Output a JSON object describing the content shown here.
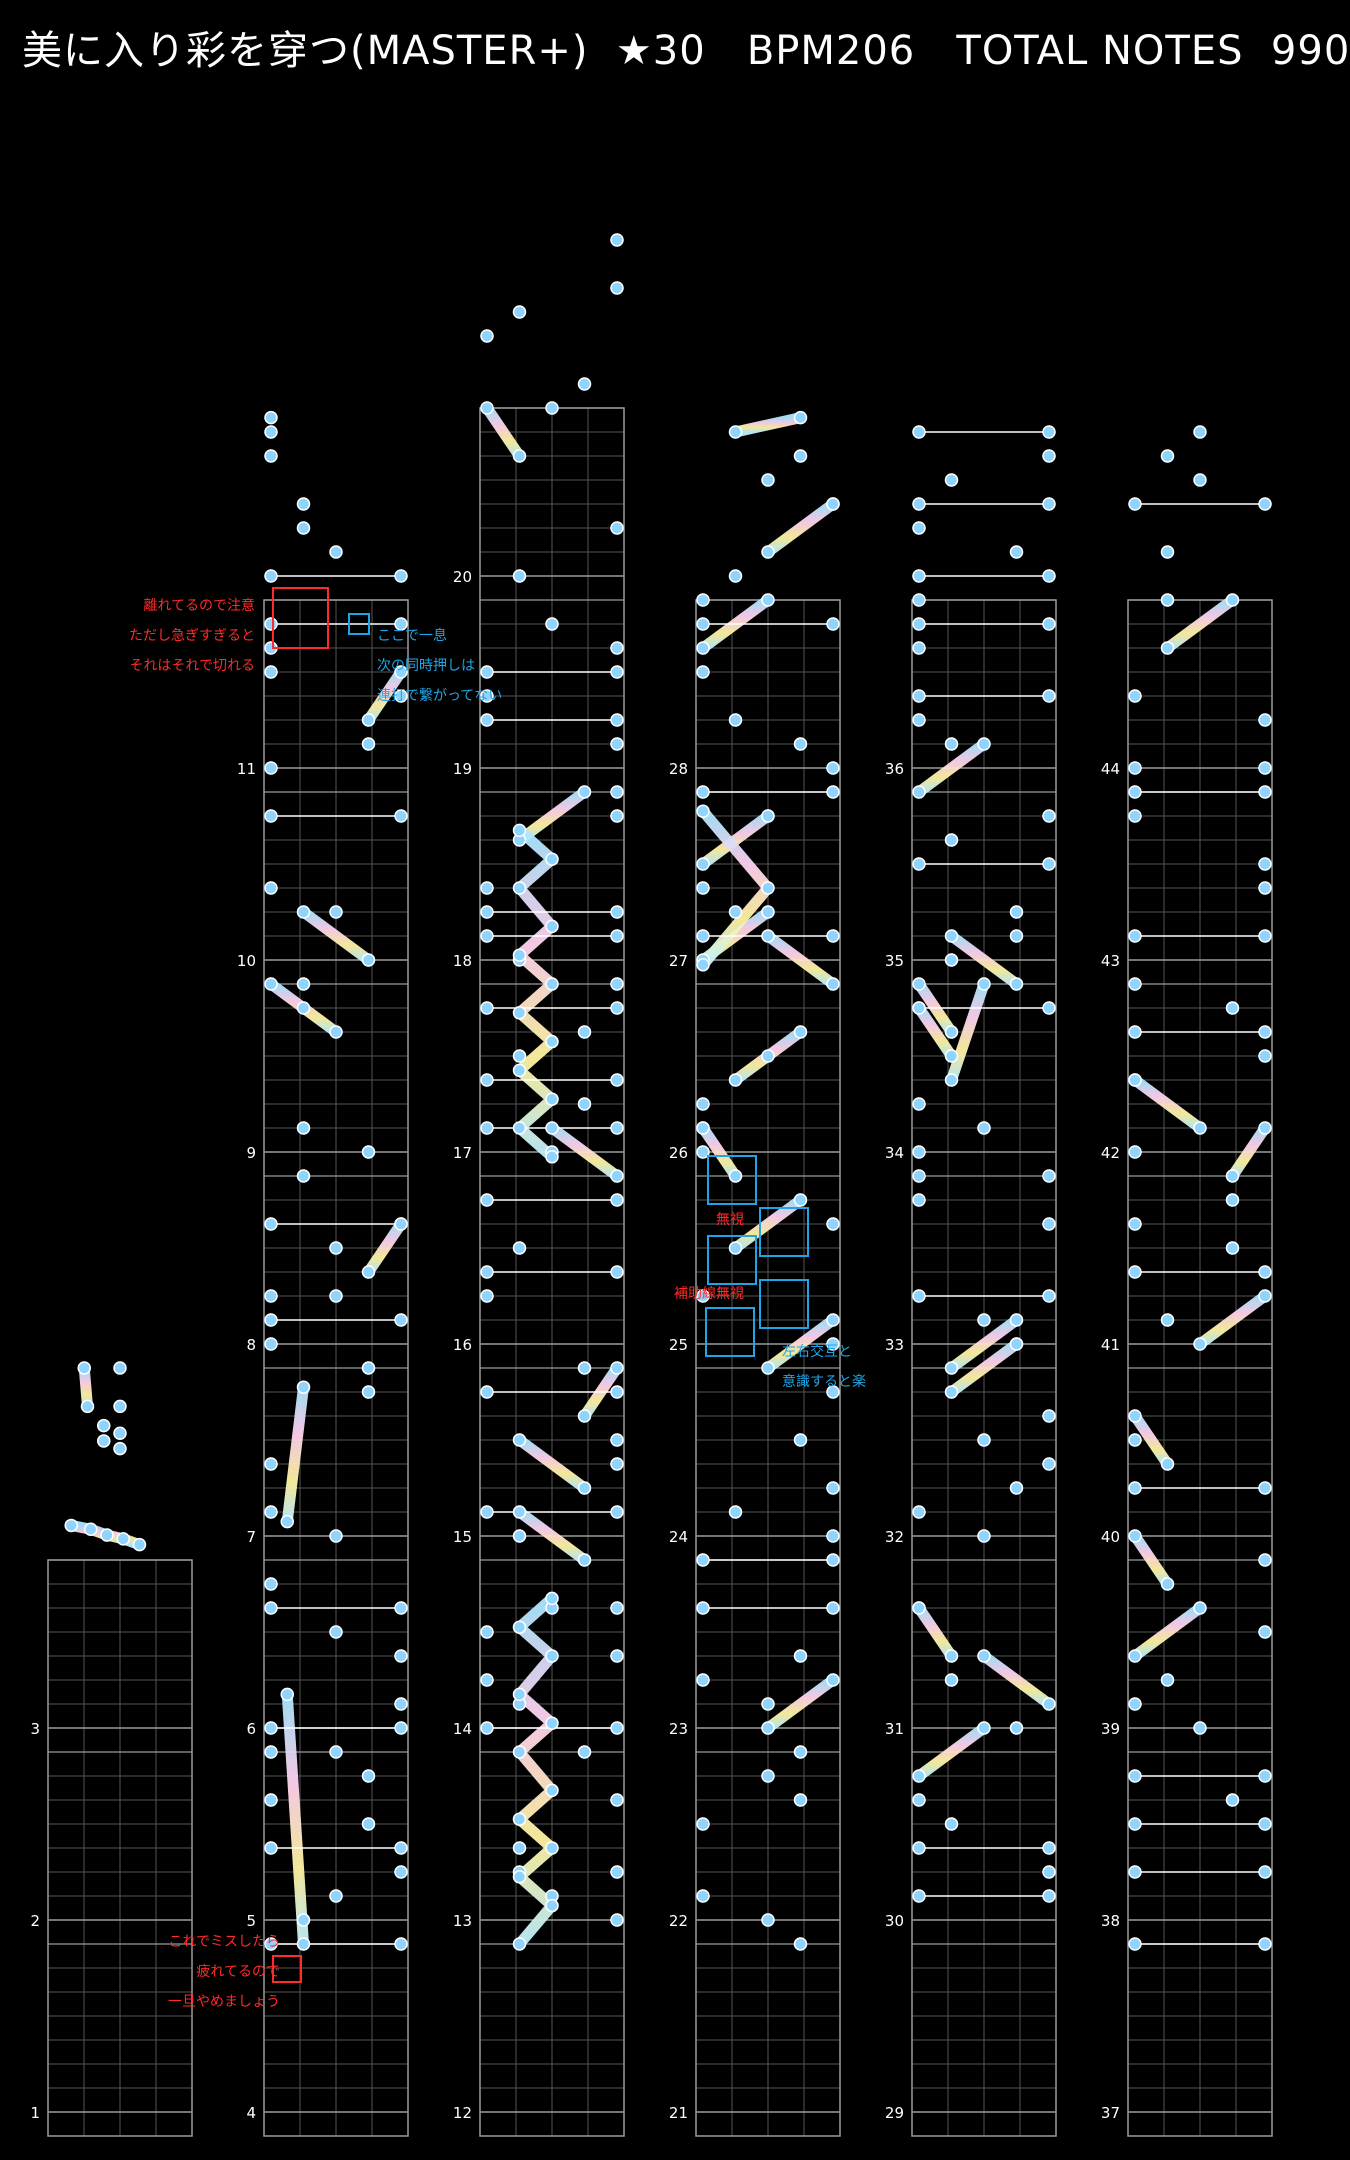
{
  "header": {
    "title": "美に入り彩を穿つ(MASTER+)  ★30   BPM206   TOTAL NOTES  990"
  },
  "colors": {
    "background": "#000000",
    "grid_line": "#555555",
    "grid_border": "#9a9a9a",
    "tap_note": "#8fd3ff",
    "sync_line": "#ffffff",
    "rainbow": [
      "#a9e8ff",
      "#ffd2f0",
      "#fff4a0",
      "#bff0ff"
    ],
    "annotation_red": "#ff2a2a",
    "annotation_blue": "#1fa5e6"
  },
  "chart_data": {
    "type": "rhythm-game-score",
    "song": "美に入り彩を穿つ",
    "difficulty": "MASTER+",
    "level": "★30",
    "bpm": 206,
    "total_notes": 990,
    "lanes": 5,
    "columns": [
      {
        "measures": [
          1,
          2,
          3
        ],
        "labels": [
          "1",
          "2",
          "3"
        ]
      },
      {
        "measures": [
          4,
          5,
          6,
          7,
          8,
          9,
          10,
          11
        ],
        "labels": [
          "4",
          "5",
          "6",
          "7",
          "8",
          "9",
          "10",
          "11"
        ]
      },
      {
        "measures": [
          12,
          13,
          14,
          15,
          16,
          17,
          18,
          19,
          20
        ],
        "labels": [
          "12",
          "13",
          "14",
          "15",
          "16",
          "17",
          "18",
          "19",
          "20"
        ]
      },
      {
        "measures": [
          21,
          22,
          23,
          24,
          25,
          26,
          27,
          28
        ],
        "labels": [
          "21",
          "22",
          "23",
          "24",
          "25",
          "26",
          "27",
          "28"
        ]
      },
      {
        "measures": [
          29,
          30,
          31,
          32,
          33,
          34,
          35,
          36
        ],
        "labels": [
          "29",
          "30",
          "31",
          "32",
          "33",
          "34",
          "35",
          "36"
        ]
      },
      {
        "measures": [
          37,
          38,
          39,
          40,
          41,
          42,
          43,
          44
        ],
        "labels": [
          "37",
          "38",
          "39",
          "40",
          "41",
          "42",
          "43",
          "44"
        ]
      }
    ],
    "annotations": [
      {
        "color": "red",
        "lines": [
          "離れてるので注意",
          "ただし急ぎすぎると",
          "それはそれで切れる"
        ]
      },
      {
        "color": "blue",
        "lines": [
          "ここで一息",
          "次の同時押しは",
          "連打で繋がってない"
        ]
      },
      {
        "color": "red",
        "lines": [
          "これでミスしたら",
          "疲れてるので",
          "一旦やめましょう"
        ]
      },
      {
        "color": "red",
        "lines": [
          "無視"
        ]
      },
      {
        "color": "red",
        "lines": [
          "補助線無視"
        ]
      },
      {
        "color": "blue",
        "lines": [
          "左右交互と",
          "意識すると楽"
        ]
      }
    ]
  }
}
